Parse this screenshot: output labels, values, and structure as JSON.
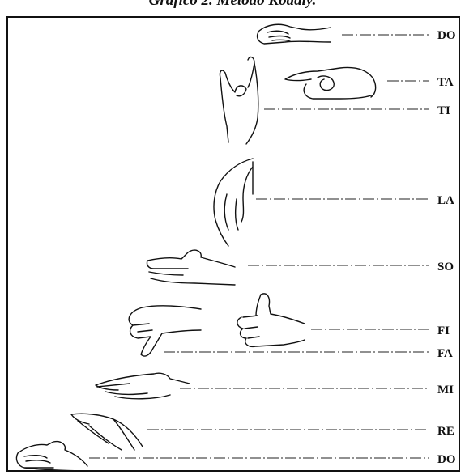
{
  "title": "Gráfico 2. Método Kodály.",
  "notes": [
    {
      "key": "do_high",
      "label": "DO"
    },
    {
      "key": "ta",
      "label": "TA"
    },
    {
      "key": "ti",
      "label": "TI"
    },
    {
      "key": "la",
      "label": "LA"
    },
    {
      "key": "so",
      "label": "SO"
    },
    {
      "key": "fi",
      "label": "FI"
    },
    {
      "key": "fa",
      "label": "FA"
    },
    {
      "key": "mi",
      "label": "MI"
    },
    {
      "key": "re",
      "label": "RE"
    },
    {
      "key": "do_low",
      "label": "DO"
    }
  ]
}
